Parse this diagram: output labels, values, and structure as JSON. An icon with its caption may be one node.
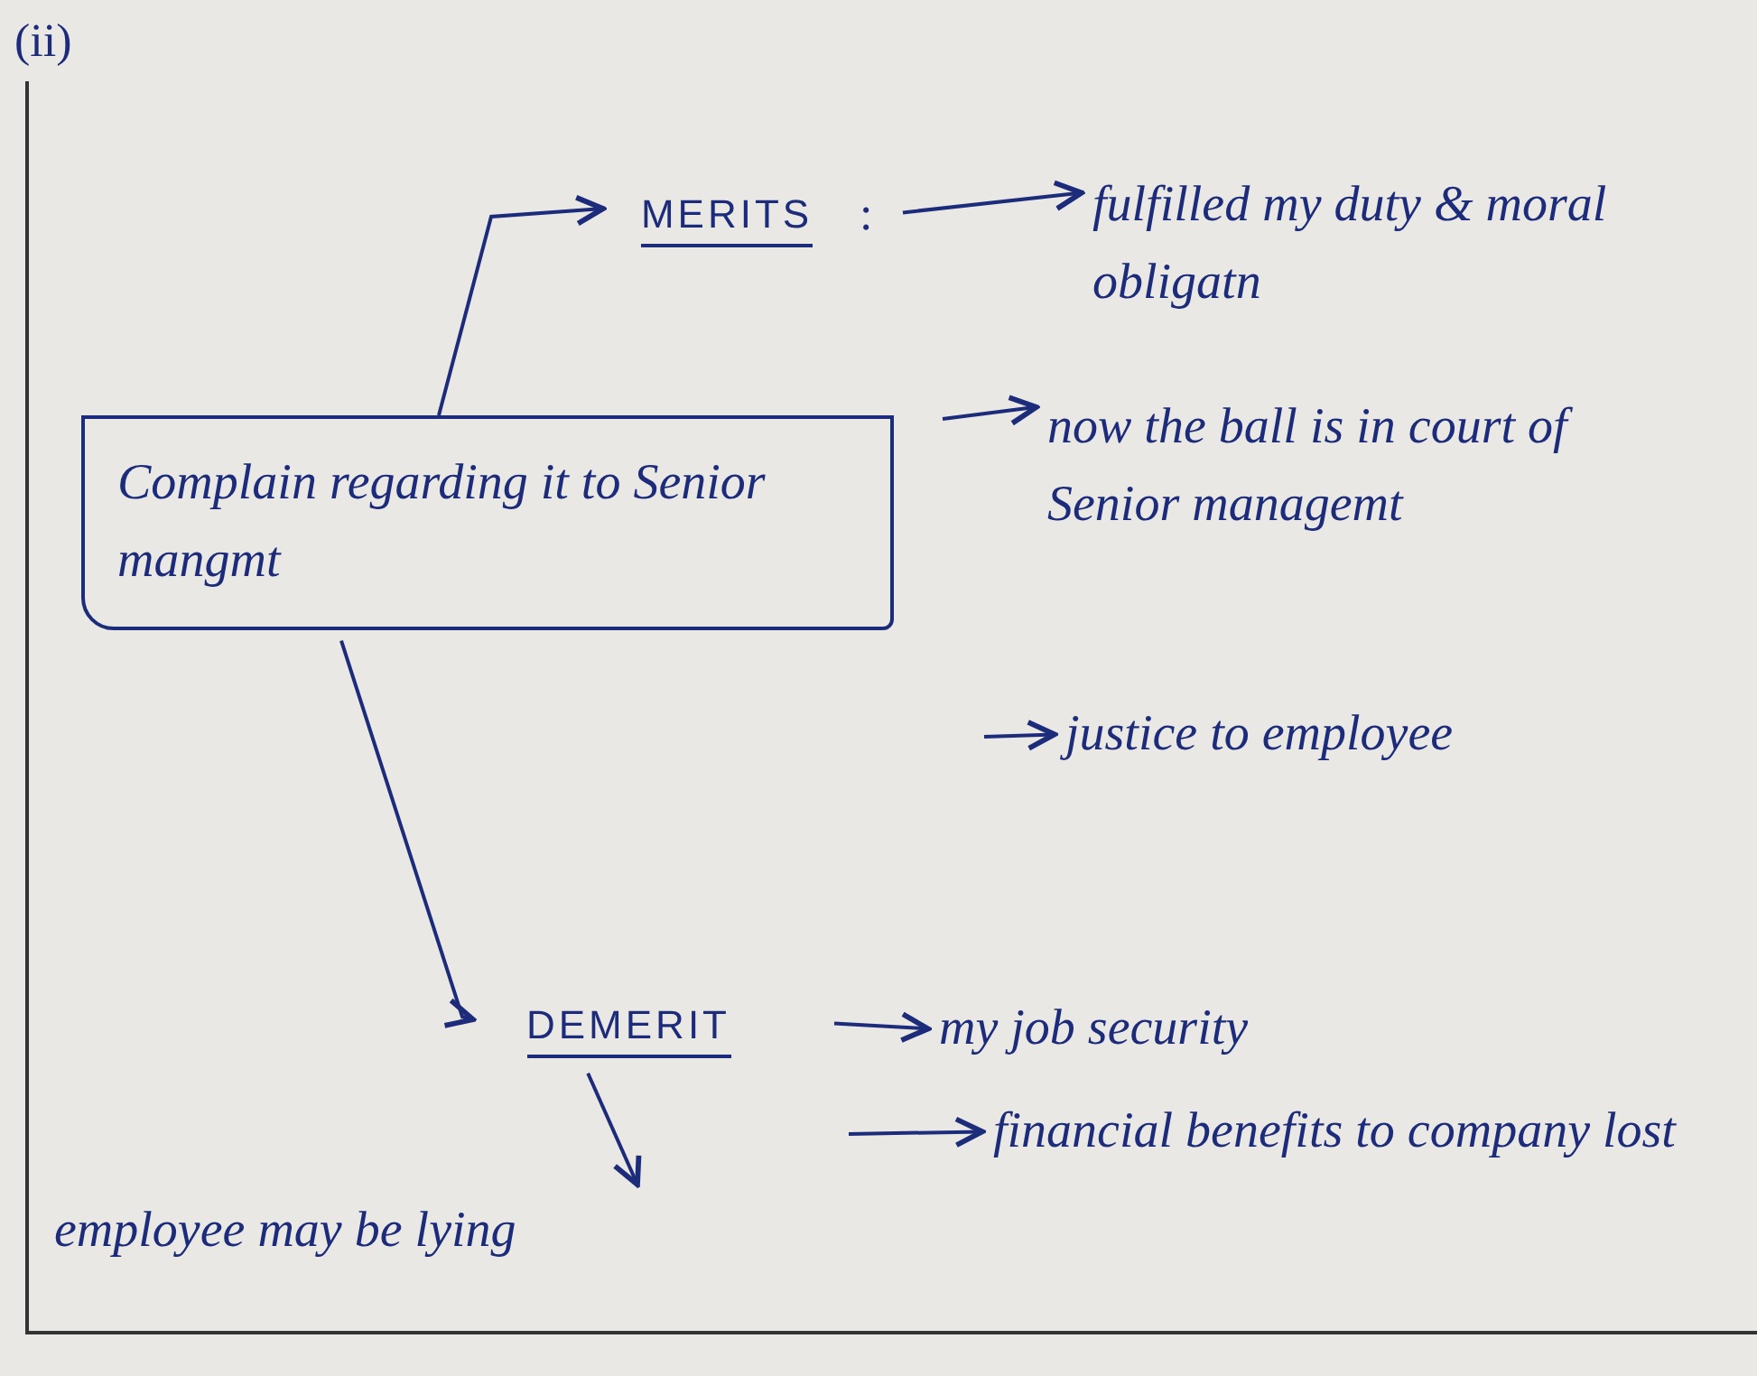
{
  "diagram": {
    "nodes": [
      {
        "text": [
          "Complain regarding it to Senior mangmt"
        ]
      },
      {
        "text": [
          "MERITS"
        ]
      },
      {
        "text": [
          "fulfilled my duty & moral obligatn"
        ]
      },
      {
        "text": [
          "now the ball is in court of Senior managemt"
        ]
      },
      {
        "text": [
          "justice to employee"
        ]
      },
      {
        "text": [
          "DEMERIT"
        ]
      },
      {
        "text": [
          "my job security"
        ]
      },
      {
        "text": [
          "financial benefits to company lost"
        ]
      },
      {
        "text": [
          "employee may be lying"
        ]
      }
    ],
    "edges": [
      {
        "from": 0,
        "to": 1,
        "arrow": "to"
      },
      {
        "from": 1,
        "to": 2,
        "arrow": "to"
      },
      {
        "from": null,
        "to": 3,
        "arrow": "to"
      },
      {
        "from": null,
        "to": 4,
        "arrow": "to"
      },
      {
        "from": 0,
        "to": 5,
        "arrow": "to"
      },
      {
        "from": 5,
        "to": 6,
        "arrow": "to"
      },
      {
        "from": null,
        "to": 7,
        "arrow": "to"
      },
      {
        "from": 5,
        "to": 8,
        "arrow": "to"
      }
    ],
    "labels": [
      "(ii)",
      ":"
    ]
  }
}
